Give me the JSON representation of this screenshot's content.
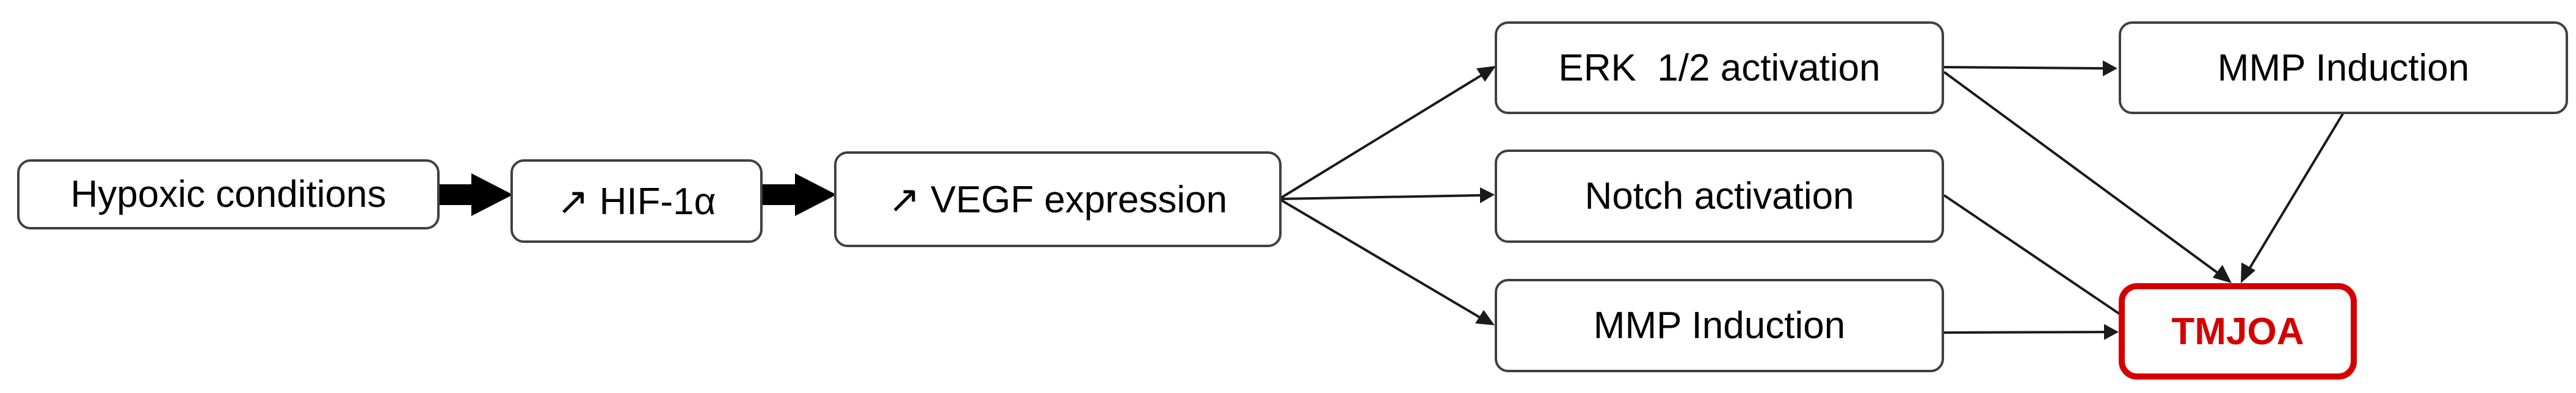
{
  "diagram": {
    "nodes": {
      "hypoxic": {
        "label": "Hypoxic conditions"
      },
      "hif": {
        "label": "↗ HIF-1α"
      },
      "vegf": {
        "label": "↗ VEGF expression"
      },
      "erk": {
        "label": "ERK  1/2 activation"
      },
      "notch": {
        "label": "Notch activation"
      },
      "mmp_mid": {
        "label": "MMP Induction"
      },
      "mmp_top": {
        "label": "MMP Induction"
      },
      "tmjoa": {
        "label": "TMJOA"
      }
    },
    "edges": [
      {
        "from": "hypoxic",
        "to": "hif",
        "style": "block-arrow"
      },
      {
        "from": "hif",
        "to": "vegf",
        "style": "block-arrow"
      },
      {
        "from": "vegf",
        "to": "erk",
        "style": "arrow"
      },
      {
        "from": "vegf",
        "to": "notch",
        "style": "arrow"
      },
      {
        "from": "vegf",
        "to": "mmp_mid",
        "style": "arrow"
      },
      {
        "from": "erk",
        "to": "mmp_top",
        "style": "arrow"
      },
      {
        "from": "erk",
        "to": "tmjoa",
        "style": "arrow"
      },
      {
        "from": "mmp_top",
        "to": "tmjoa",
        "style": "arrow"
      },
      {
        "from": "notch",
        "to": "tmjoa",
        "style": "arrow"
      },
      {
        "from": "mmp_mid",
        "to": "tmjoa",
        "style": "arrow"
      }
    ],
    "colors": {
      "node_border": "#404040",
      "target_accent": "#d40000",
      "arrow": "#1a1a1a"
    }
  }
}
